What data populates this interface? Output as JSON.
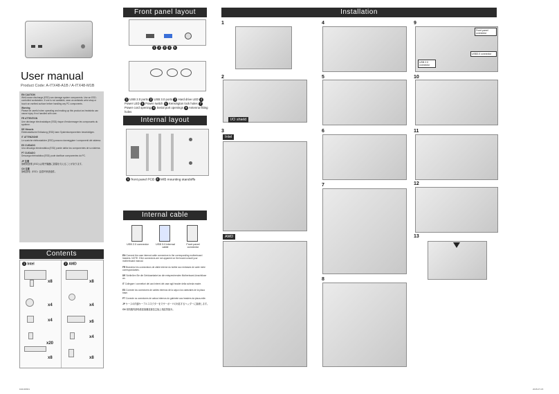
{
  "left": {
    "title": "User manual",
    "product_code": "Product Code: A-ITX48-A1B / A-ITX48-M1B",
    "cautions": [
      {
        "lang": "EN",
        "heading": "CAUTION",
        "text": "Well-known discharge (ESD) can damage system components. Use an ESD-controlled workstation. If one is not available, wear an antistatic wrist strap or touch an earthed surface before handling any PC components."
      },
      {
        "lang": "",
        "heading": "Warning",
        "text": "Please be careful when operating and making up this product as heatsinks can cause injury if not handled with care."
      },
      {
        "lang": "FR",
        "heading": "ATTENTION",
        "text": "Une décharge électrostatique (ESD) risque d'endommager les composants du système."
      },
      {
        "lang": "DE",
        "heading": "Hinweis",
        "text": "Elektrostatische Entladung (ESD) kann Systemkomponenten beschädigen."
      },
      {
        "lang": "IT",
        "heading": "ATTENZIONE",
        "text": "Le scariche elettrostatiche (ESD) possono danneggiare i componenti del sistema."
      },
      {
        "lang": "ES",
        "heading": "CUIDADO",
        "text": "Una descarga electrostática (ESD) puede dañar los componentes de su sistema."
      },
      {
        "lang": "PT",
        "heading": "CUIDADO",
        "text": "Descarga eletrostática (ESD) pode danificar componentes do PC."
      },
      {
        "lang": "JP",
        "heading": "注意",
        "text": "静電気放電 (ESD) は電子機器に損傷を与えることがあります。"
      },
      {
        "lang": "CN",
        "heading": "注意",
        "text": "静电放电（ESD）会损坏系统组件。"
      }
    ],
    "contents_title": "Contents",
    "contents_intel": "Intel",
    "contents_amd": "AMD",
    "contents_intel_qty": [
      "x8",
      "x4",
      "x4",
      "x20",
      "x8"
    ],
    "contents_amd_qty": [
      "x8",
      "x4",
      "x6",
      "x4",
      "x8"
    ]
  },
  "front_panel": {
    "title": "Front panel layout",
    "legend_1": "USB 2.0 ports",
    "legend_2": "USB 3.0 ports",
    "legend_3": "Hard drive LED",
    "legend_4": "Power LED",
    "legend_5": "Power switch",
    "legend_6": "Kensington lock holes",
    "legend_7": "Power cord opening",
    "legend_8": "Serial port openings",
    "legend_9": "Antenna fitting holes"
  },
  "internal": {
    "title": "Internal layout",
    "legend_1": "front panel PCB",
    "legend_2": "M/B mounting standoffs"
  },
  "cables": {
    "title": "Internal cable connectors",
    "c1": "USB 2.0 connector",
    "c2": "USB 3.0 internal cable",
    "c3": "Front panel connector",
    "paragraphs": [
      {
        "lang": "EN",
        "text": "Connect the case internal cable connectors to the corresponding motherboard headers. NOTE: If the connectors are not apparent on the board consult your motherboard manual."
      },
      {
        "lang": "FR",
        "text": "Branchez les connecteurs de câble interne du boîtier aux embases de carte mère correspondantes."
      },
      {
        "lang": "DE",
        "text": "Schließen Sie die Gehäusekabel an die entsprechenden Motherboard-Anschlüsse an."
      },
      {
        "lang": "IT",
        "text": "Collegare i connettori dei cavi interni del case agli header della scheda madre."
      },
      {
        "lang": "ES",
        "text": "Conecte los conectores de cables internos de la caja a los cabezales de la placa base."
      },
      {
        "lang": "PT",
        "text": "Conecte os conectores de cabos internos do gabinete aos headers da placa-mãe."
      },
      {
        "lang": "JP",
        "text": "ケースの内部ケーブルコネクターをマザーボードの対応するヘッダーに接続します。"
      },
      {
        "lang": "CN",
        "text": "将机箱内部电缆连接器连接至主板上相应的接头。"
      }
    ]
  },
  "installation": {
    "title": "Installation",
    "steps": [
      "1",
      "2",
      "3",
      "4",
      "5",
      "6",
      "7",
      "8",
      "9",
      "10",
      "11",
      "12",
      "13"
    ],
    "io_shield": "I/O shield",
    "intel_label": "Intel",
    "amd_label": "AMD",
    "callout_front_panel": "Front panel connector",
    "callout_usb30": "USB3.0 connector",
    "callout_usb20": "USB 2.0 connector"
  },
  "footer": {
    "left_code": "FA0UM001",
    "right_code": "2015-07-15"
  }
}
